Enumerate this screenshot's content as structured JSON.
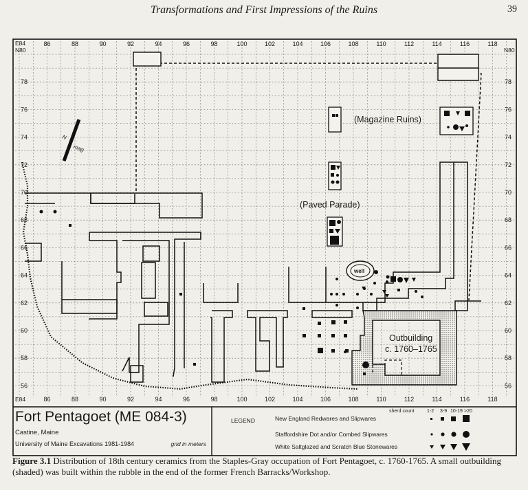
{
  "header": {
    "title": "Transformations and First Impressions of the Ruins",
    "page_number": "39"
  },
  "map": {
    "x_ticks": [
      "86",
      "88",
      "90",
      "92",
      "94",
      "96",
      "98",
      "100",
      "102",
      "104",
      "106",
      "108",
      "110",
      "112",
      "114",
      "116",
      "118"
    ],
    "y_ticks": [
      "78",
      "76",
      "74",
      "72",
      "70",
      "68",
      "66",
      "64",
      "62",
      "60",
      "58",
      "56"
    ],
    "corner_e": "E84",
    "corner_n": "N80",
    "north_label": "N",
    "north_sub": "mag",
    "labels": {
      "magazine": "(Magazine Ruins)",
      "parade": "(Paved Parade)",
      "well": "well",
      "outbuilding_line1": "Outbuilding",
      "outbuilding_line2": "c. 1760–1765"
    }
  },
  "info": {
    "site_title": "Fort Pentagoet (ME 084-3)",
    "location": "Castine, Maine",
    "excavation": "University of Maine Excavations 1981-1984",
    "grid_note": "grid in meters"
  },
  "legend": {
    "heading": "LEGEND",
    "count_label": "sherd count",
    "count_bins": [
      "1-2",
      "3-9",
      "10-19",
      ">20"
    ],
    "rows": [
      {
        "label": "New England Redwares and Slipwares",
        "symbol": "square"
      },
      {
        "label": "Staffordshire Dot and/or Combed Slipwares",
        "symbol": "circle"
      },
      {
        "label": "White Saltglazed and Scratch Blue Stonewares",
        "symbol": "triangle"
      }
    ]
  },
  "caption": {
    "label": "Figure 3.1",
    "text": " Distribution of 18th century ceramics from the Staples-Gray occupation of Fort Pentagoet, c. 1760-1765.  A small outbuilding (shaded) was built within the rubble in the end of the former French Barracks/Workshop."
  }
}
